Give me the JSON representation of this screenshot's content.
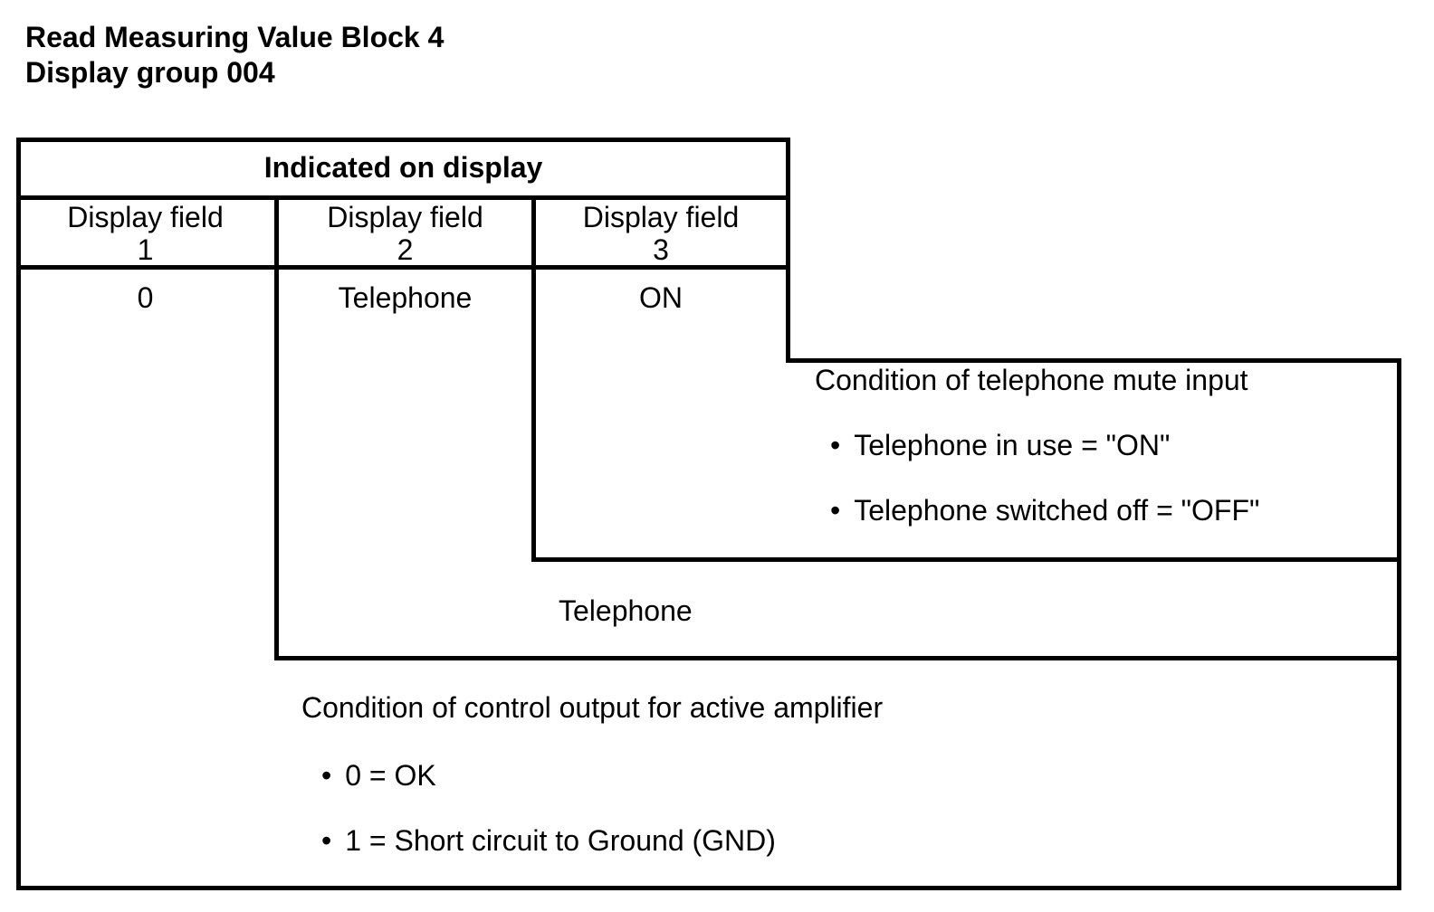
{
  "page": {
    "title_line1": "Read Measuring Value Block 4",
    "title_line2": "Display group 004"
  },
  "table": {
    "header": "Indicated on display",
    "columns": [
      {
        "label": "Display field",
        "number": "1",
        "value": "0"
      },
      {
        "label": "Display field",
        "number": "2",
        "value": "Telephone"
      },
      {
        "label": "Display field",
        "number": "3",
        "value": "ON"
      }
    ]
  },
  "annotations": {
    "field3": {
      "heading": "Condition of telephone mute input",
      "bullet_glyph": "•",
      "bullets": [
        "Telephone in use = \"ON\"",
        "Telephone switched off = \"OFF\""
      ]
    },
    "field2": {
      "label": "Telephone"
    },
    "field1": {
      "heading": "Condition of control output for active amplifier",
      "bullet_glyph": "•",
      "bullets": [
        "0 = OK",
        "1 = Short circuit to Ground (GND)"
      ]
    }
  }
}
